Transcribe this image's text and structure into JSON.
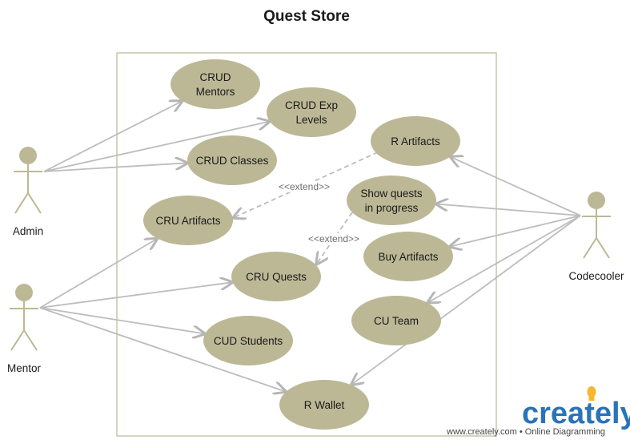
{
  "title": "Quest Store",
  "colors": {
    "use_case_fill": "#bcb896",
    "actor_fill": "#bcb896",
    "line": "#bdbdbd",
    "boundary": "#bcb896",
    "logo_blue": "#2a73b8",
    "logo_bulb": "#f5b82e"
  },
  "actors": [
    {
      "id": "admin",
      "label": "Admin"
    },
    {
      "id": "mentor",
      "label": "Mentor"
    },
    {
      "id": "codecooler",
      "label": "Codecooler"
    }
  ],
  "use_cases": [
    {
      "id": "crud_mentors",
      "lines": [
        "CRUD",
        "Mentors"
      ]
    },
    {
      "id": "crud_exp",
      "lines": [
        "CRUD Exp",
        "Levels"
      ]
    },
    {
      "id": "crud_classes",
      "lines": [
        "CRUD Classes"
      ]
    },
    {
      "id": "r_artifacts",
      "lines": [
        "R Artifacts"
      ]
    },
    {
      "id": "show_quests",
      "lines": [
        "Show quests",
        "in progress"
      ]
    },
    {
      "id": "cru_artifacts",
      "lines": [
        "CRU Artifacts"
      ]
    },
    {
      "id": "buy_artifacts",
      "lines": [
        "Buy Artifacts"
      ]
    },
    {
      "id": "cru_quests",
      "lines": [
        "CRU Quests"
      ]
    },
    {
      "id": "cu_team",
      "lines": [
        "CU Team"
      ]
    },
    {
      "id": "cud_students",
      "lines": [
        "CUD Students"
      ]
    },
    {
      "id": "r_wallet",
      "lines": [
        "R Wallet"
      ]
    }
  ],
  "associations": [
    {
      "from": "admin",
      "to": "crud_mentors"
    },
    {
      "from": "admin",
      "to": "crud_exp"
    },
    {
      "from": "admin",
      "to": "crud_classes"
    },
    {
      "from": "mentor",
      "to": "cru_artifacts"
    },
    {
      "from": "mentor",
      "to": "cru_quests"
    },
    {
      "from": "mentor",
      "to": "cud_students"
    },
    {
      "from": "mentor",
      "to": "r_wallet"
    },
    {
      "from": "codecooler",
      "to": "r_artifacts"
    },
    {
      "from": "codecooler",
      "to": "show_quests"
    },
    {
      "from": "codecooler",
      "to": "buy_artifacts"
    },
    {
      "from": "codecooler",
      "to": "cu_team"
    },
    {
      "from": "codecooler",
      "to": "r_wallet"
    }
  ],
  "extends": [
    {
      "from": "r_artifacts",
      "to": "cru_artifacts",
      "label": "<<extend>>"
    },
    {
      "from": "show_quests",
      "to": "cru_quests",
      "label": "<<extend>>"
    }
  ],
  "footer": {
    "logo": "creately",
    "tagline": "www.creately.com • Online Diagramming"
  }
}
